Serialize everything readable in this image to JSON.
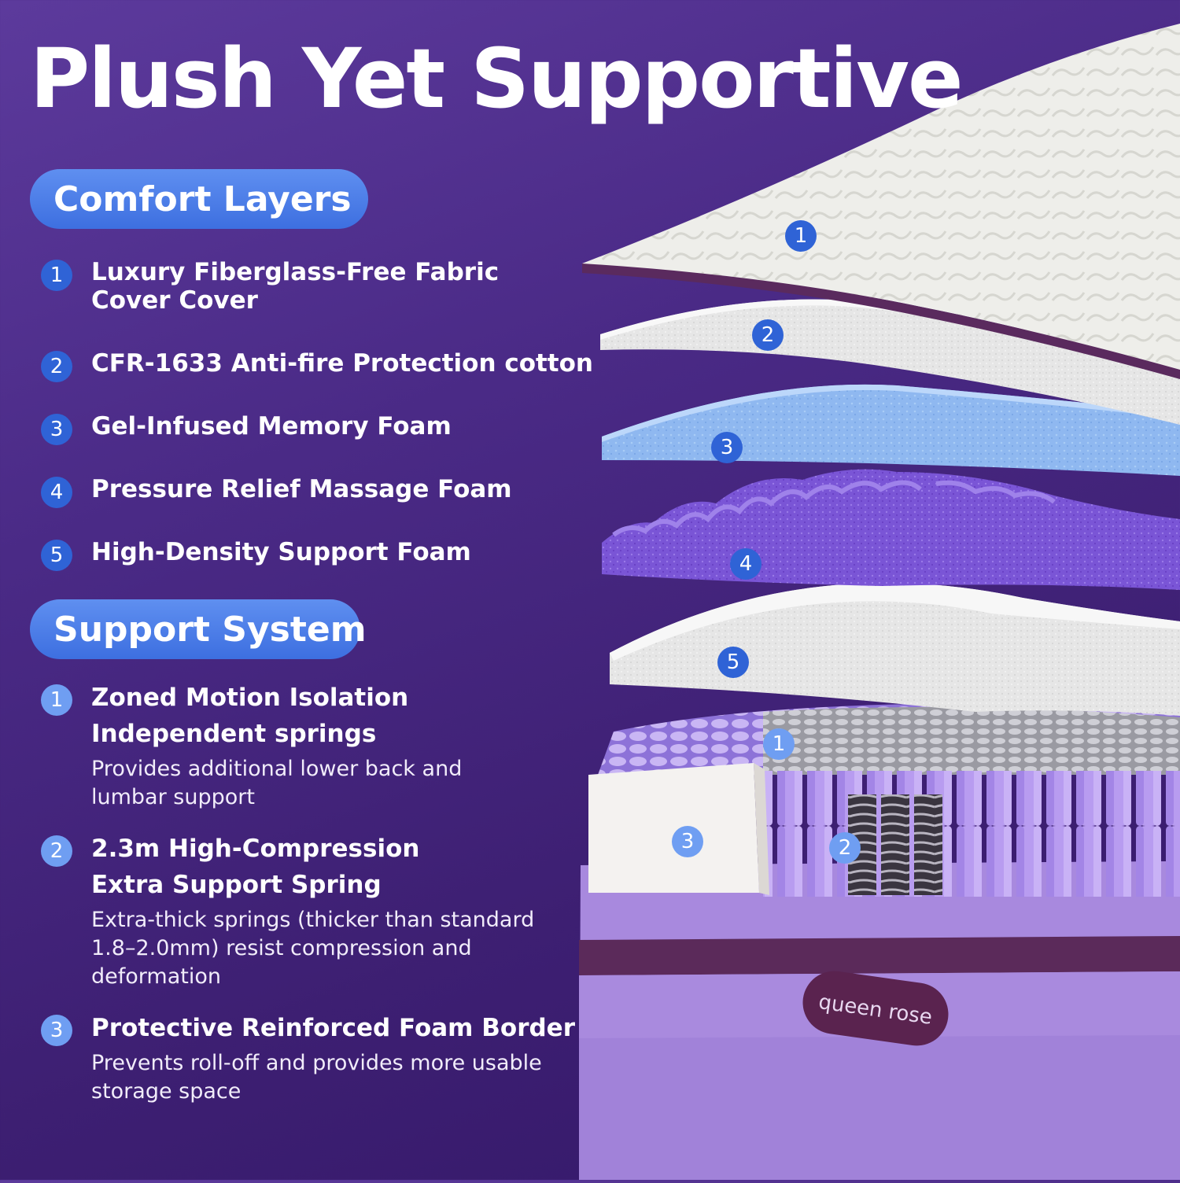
{
  "title": "Plush Yet Supportive",
  "comfort": {
    "heading": "Comfort Layers",
    "items": [
      {
        "num": "1",
        "label": "Luxury Fiberglass-Free Fabric Cover Cover"
      },
      {
        "num": "2",
        "label": "CFR-1633 Anti-fire Protection cotton"
      },
      {
        "num": "3",
        "label": "Gel-Infused Memory Foam"
      },
      {
        "num": "4",
        "label": "Pressure Relief Massage Foam"
      },
      {
        "num": "5",
        "label": "High-Density Support Foam"
      }
    ]
  },
  "support": {
    "heading": "Support System",
    "items": [
      {
        "num": "1",
        "label": "Zoned Motion Isolation Independent springs",
        "desc": "Provides additional lower back and lumbar support"
      },
      {
        "num": "2",
        "label": "2.3m High-Compression Extra Support Spring",
        "desc": "Extra-thick springs (thicker than standard 1.8–2.0mm) resist compression and deformation"
      },
      {
        "num": "3",
        "label": "Protective Reinforced Foam Border",
        "desc": "Prevents roll-off and provides more usable storage space"
      }
    ]
  },
  "illustration": {
    "layer_labels": [
      "1",
      "2",
      "3",
      "4",
      "5"
    ],
    "support_labels": [
      "1",
      "2",
      "3"
    ],
    "brand": "queen rose"
  },
  "colors": {
    "accent_blue": "#2f63d6",
    "accent_light_blue": "#6f9ef2",
    "background": "#4a2a86"
  }
}
